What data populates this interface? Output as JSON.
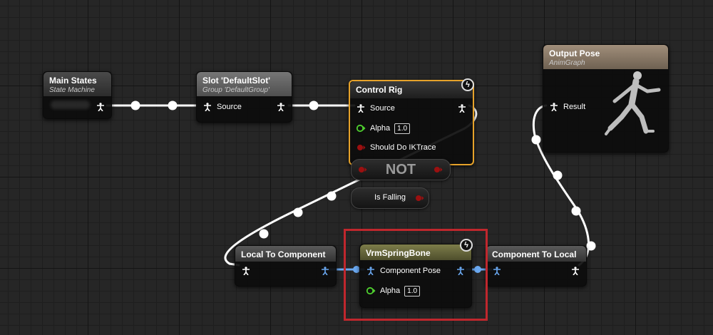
{
  "nodes": {
    "main_states": {
      "title": "Main States",
      "subtitle": "State Machine",
      "header_color": "#3a3a3a"
    },
    "slot": {
      "title": "Slot 'DefaultSlot'",
      "subtitle": "Group 'DefaultGroup'",
      "pin_source": "Source",
      "header_color": "#5f5f5f"
    },
    "control_rig": {
      "title": "Control Rig",
      "pin_source": "Source",
      "pin_alpha": "Alpha",
      "alpha_value": "1.0",
      "pin_should_do_iktrace": "Should Do IKTrace",
      "header_color": "#2a2a2a",
      "border_color": "#e6a22a"
    },
    "not_node": {
      "label": "NOT"
    },
    "is_falling": {
      "label": "Is Falling"
    },
    "output_pose": {
      "title": "Output Pose",
      "subtitle": "AnimGraph",
      "pin_result": "Result",
      "header_color": "#8a7a68"
    },
    "local_to_component": {
      "title": "Local To Component",
      "header_color": "#4a4a4a"
    },
    "vrm_spring_bone": {
      "title": "VrmSpringBone",
      "pin_component_pose": "Component Pose",
      "pin_alpha": "Alpha",
      "alpha_value": "1.0",
      "header_color": "#6b6b3e"
    },
    "component_to_local": {
      "title": "Component To Local",
      "header_color": "#4a4a4a"
    }
  },
  "highlight": {
    "color": "#c0272d"
  },
  "colors": {
    "exec_wire": "#ffffff",
    "component_wire": "#6aa8f0",
    "bool_pin": "#9b1010",
    "float_pin": "#4fd12f"
  },
  "icons": {
    "pose_pin": "pose-pin-icon",
    "fast_path": "lightning-icon",
    "mannequin": "mannequin-icon"
  }
}
